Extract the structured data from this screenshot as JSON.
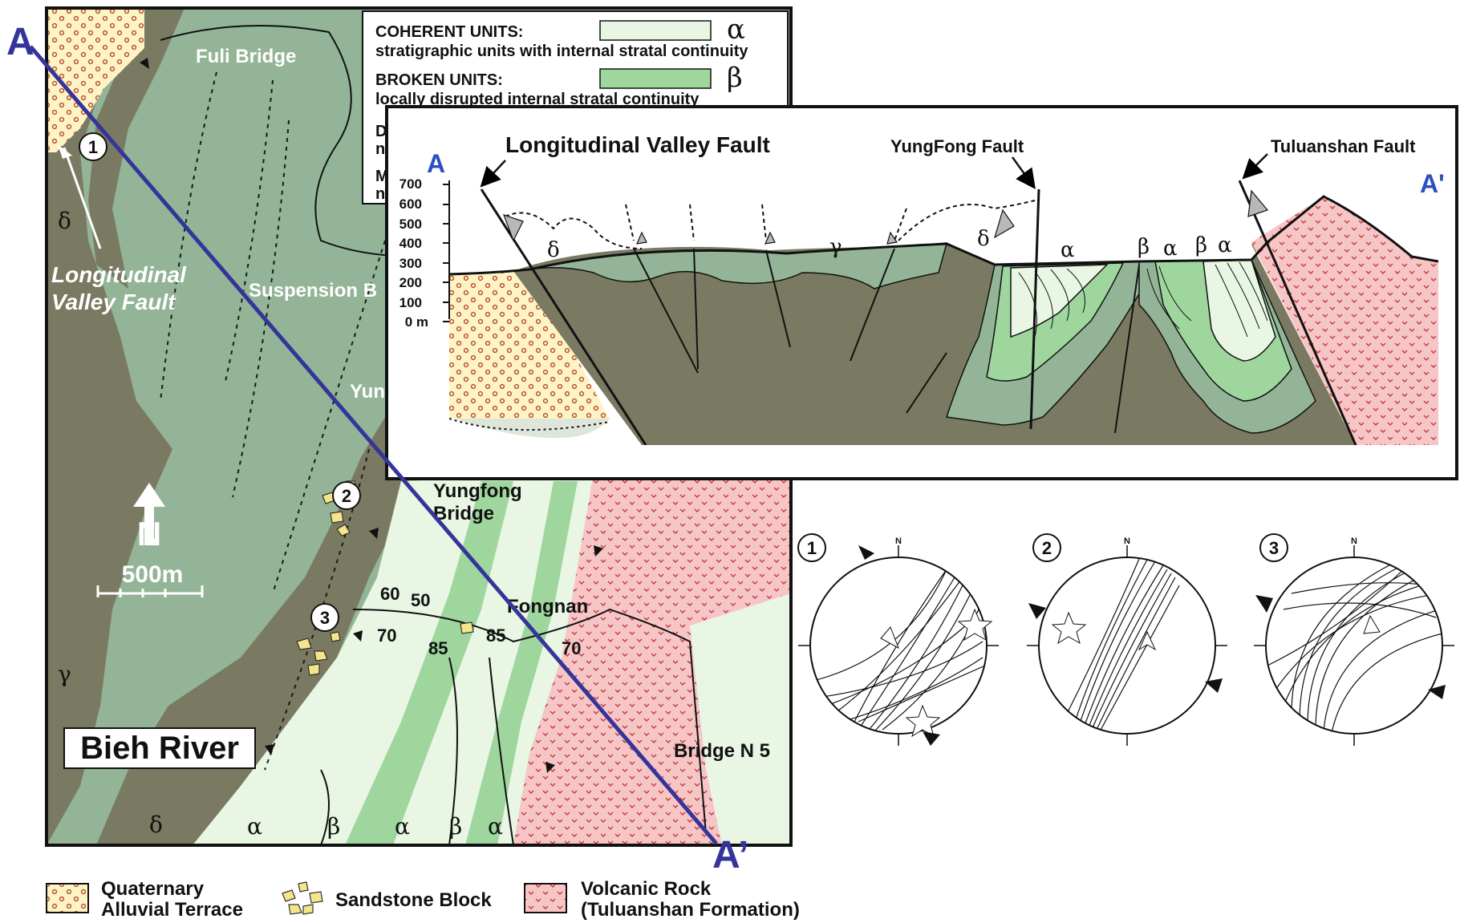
{
  "section_line": {
    "start_label": "A",
    "end_label": "A’"
  },
  "map": {
    "place_labels": {
      "fuli_bridge": "Fuli Bridge",
      "suspension_bridge": "Suspension B",
      "yungfong_partial": "Yun",
      "yungfong_bridge_line1": "Yungfong",
      "yungfong_bridge_line2": "Bridge",
      "fongnan": "Fongnan",
      "bridge_n5": "Bridge N 5",
      "lvf_line1": "Longitudinal",
      "lvf_line2": "Valley Fault",
      "river": "Bieh River"
    },
    "unit_labels": {
      "delta": "δ",
      "gamma": "γ",
      "alpha": "α",
      "beta": "β"
    },
    "site_markers": [
      "1",
      "2",
      "3"
    ],
    "dips": [
      "60",
      "50",
      "70",
      "85",
      "85",
      "70"
    ],
    "north_label": "N",
    "scale_label": "500m"
  },
  "map_legend": {
    "coherent_title": "COHERENT UNITS:",
    "coherent_desc": "stratigraphic units with internal stratal continuity",
    "coherent_symbol": "α",
    "broken_title": "BROKEN UNITS:",
    "broken_desc": "locally disrupted internal stratal continuity",
    "broken_symbol": "β",
    "partial_1": "D",
    "partial_2": "n",
    "partial_3": "M",
    "partial_4": "n"
  },
  "cross_section": {
    "end_left": "A",
    "end_right": "A'",
    "faults": {
      "lvf": "Longitudinal  Valley Fault",
      "yungfong": "YungFong Fault",
      "tuluanshan": "Tuluanshan Fault"
    },
    "elevation_ticks": [
      "700",
      "600",
      "500",
      "400",
      "300",
      "200",
      "100",
      "0 m"
    ],
    "unit_labels": [
      "δ",
      "γ",
      "δ",
      "α",
      "β",
      "α",
      "β",
      "α"
    ]
  },
  "stereonets": {
    "numbers": [
      "1",
      "2",
      "3"
    ],
    "north": "N"
  },
  "bottom_legend": {
    "alluvial_line1": "Quaternary",
    "alluvial_line2": "Alluvial Terrace",
    "sandstone": "Sandstone Block",
    "volcanic_line1": "Volcanic Rock",
    "volcanic_line2": "(Tuluanshan Formation)"
  },
  "colors": {
    "dark_unit": "#7a7a62",
    "gamma_unit": "#93b496",
    "coherent": "#e8f6e3",
    "broken": "#9ed69e",
    "volcanic": "#f6c6c6",
    "volcanic_mark": "#c63a3a",
    "alluvial": "#fdf3c4",
    "alluvial_mark": "#b84a2a",
    "section_line": "#34349a"
  }
}
